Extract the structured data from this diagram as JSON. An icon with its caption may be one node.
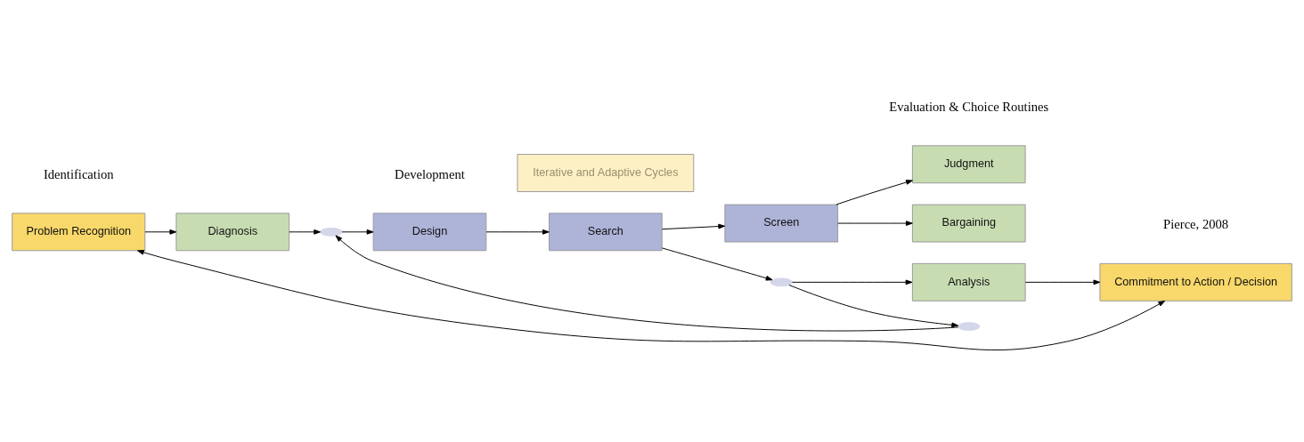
{
  "diagram": {
    "nodes": [
      {
        "text": [
          "Problem Recognition"
        ]
      },
      {
        "text": [
          "Diagnosis"
        ]
      },
      {
        "text": [],
        "shape": "ellipse"
      },
      {
        "text": [
          "Design"
        ]
      },
      {
        "text": [
          "Search"
        ]
      },
      {
        "text": [
          "Screen"
        ]
      },
      {
        "text": [],
        "shape": "ellipse"
      },
      {
        "text": [
          "Judgment"
        ]
      },
      {
        "text": [
          "Analysis"
        ]
      },
      {
        "text": [
          "Bargaining"
        ]
      },
      {
        "text": [
          "Commitment to Action / Decision"
        ]
      },
      {
        "text": [],
        "shape": "ellipse"
      },
      {
        "text": [
          "Iterative and Adaptive Cycles"
        ]
      }
    ],
    "edges": [
      {
        "from": 0,
        "to": 1,
        "arrow": "to"
      },
      {
        "from": 1,
        "to": 2,
        "arrow": "to"
      },
      {
        "from": 2,
        "to": 3,
        "arrow": "to"
      },
      {
        "from": 3,
        "to": 4,
        "arrow": "to"
      },
      {
        "from": 4,
        "to": 5,
        "arrow": "to"
      },
      {
        "from": 4,
        "to": 6,
        "arrow": "to"
      },
      {
        "from": 6,
        "to": 8,
        "arrow": "to"
      },
      {
        "from": 6,
        "to": 11,
        "arrow": "to"
      },
      {
        "from": 11,
        "to": 2,
        "arrow": "to"
      },
      {
        "from": 5,
        "to": 7,
        "arrow": "to"
      },
      {
        "from": 5,
        "to": 9,
        "arrow": "to"
      },
      {
        "from": 8,
        "to": 10,
        "arrow": "to"
      },
      {
        "from": 0,
        "to": 10,
        "arrow": "both"
      }
    ],
    "labels": [
      "Identification",
      "Development",
      "Evaluation & Choice Routines",
      "Pierce, 2008"
    ]
  }
}
